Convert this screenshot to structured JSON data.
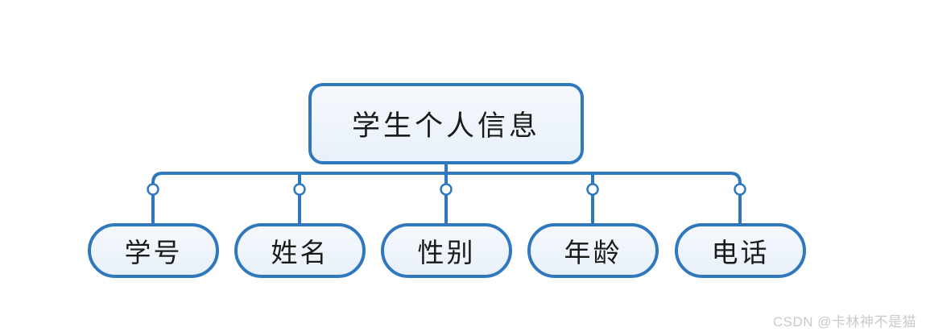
{
  "diagram": {
    "type": "mindmap-tree",
    "root": {
      "label": "学生个人信息"
    },
    "children": [
      {
        "label": "学号"
      },
      {
        "label": "姓名"
      },
      {
        "label": "性别"
      },
      {
        "label": "年龄"
      },
      {
        "label": "电话"
      }
    ]
  },
  "watermark": {
    "text": "CSDN @卡林神不是猫"
  },
  "colors": {
    "connector_blue": "#2f78be",
    "node_border": "#2f78be",
    "node_fill": "#ecf2fa",
    "node_text": "#1a1a1a",
    "background": "#ffffff",
    "watermark_text": "#c9c9c9"
  }
}
